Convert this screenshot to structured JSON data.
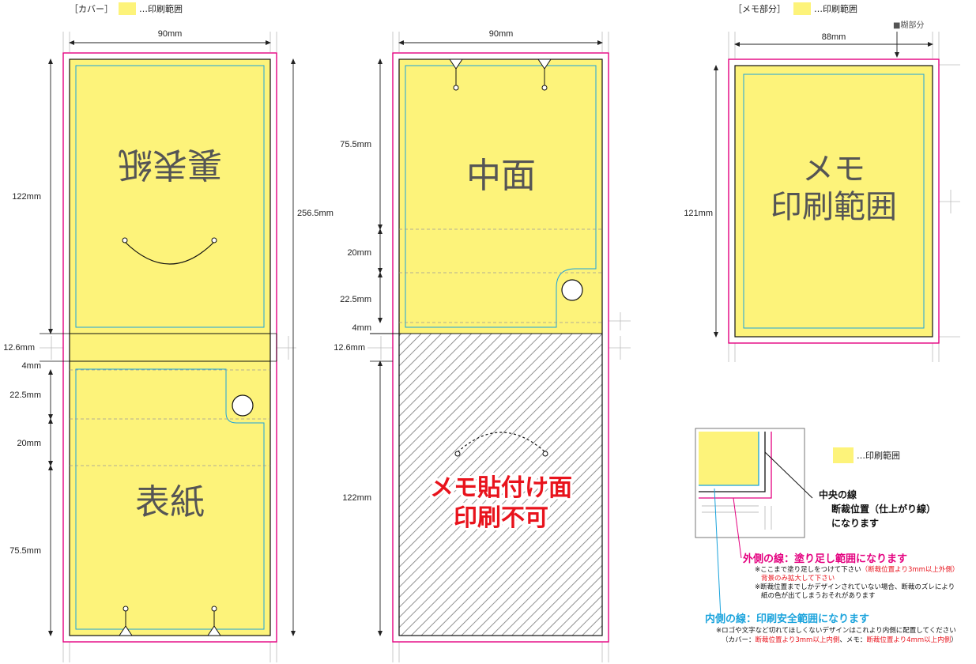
{
  "colors": {
    "print": "#fdf37a",
    "bleed": "#e4007f",
    "safe": "#1aa3dc",
    "trim": "#111111",
    "alert": "#e8131c"
  },
  "cover": {
    "header": "［カバー］",
    "legend": "…印刷範囲",
    "width": "90mm",
    "h_122": "122mm",
    "h_total": "256.5mm",
    "h_12_6": "12.6mm",
    "h_4": "4mm",
    "h_22_5": "22.5mm",
    "h_20": "20mm",
    "h_75_5": "75.5mm",
    "back_label": "裏表紙",
    "front_label": "表紙"
  },
  "inner": {
    "width": "90mm",
    "h_75_5": "75.5mm",
    "h_20": "20mm",
    "h_22_5": "22.5mm",
    "h_4": "4mm",
    "h_12_6": "12.6mm",
    "h_122": "122mm",
    "label": "中面",
    "red_line1": "メモ貼付け面",
    "red_line2": "印刷不可"
  },
  "memo": {
    "header": "［メモ部分］",
    "legend": "…印刷範囲",
    "glue": "■糊部分",
    "width": "88mm",
    "height": "121mm",
    "label_line1": "メモ",
    "label_line2": "印刷範囲"
  },
  "legend": {
    "print_range": "…印刷範囲",
    "center_title": "中央の線",
    "center_line1": "断裁位置（仕上がり線）",
    "center_line2": "になります",
    "outer_title": "外側の線：塗り足し範囲になります",
    "outer_note1_a": "※ここまで塗り足しをつけて下さい",
    "outer_note1_b": "（断裁位置より3mm以上外側）",
    "outer_note2": "背景のみ拡大して下さい",
    "outer_note3": "※断裁位置までしかデザインされていない場合、断裁のズレにより",
    "outer_note4": "紙の色が出てしまうおそれがあります",
    "inner_title": "内側の線：印刷安全範囲になります",
    "inner_note1": "※ロゴや文字など切れてほしくないデザインはこれより内側に配置してください",
    "inner_note2_a": "（カバー：",
    "inner_note2_b": "断裁位置より3mm以上内側",
    "inner_note2_c": "、メモ：",
    "inner_note2_d": "断裁位置より4mm以上内側",
    "inner_note2_e": "）"
  }
}
